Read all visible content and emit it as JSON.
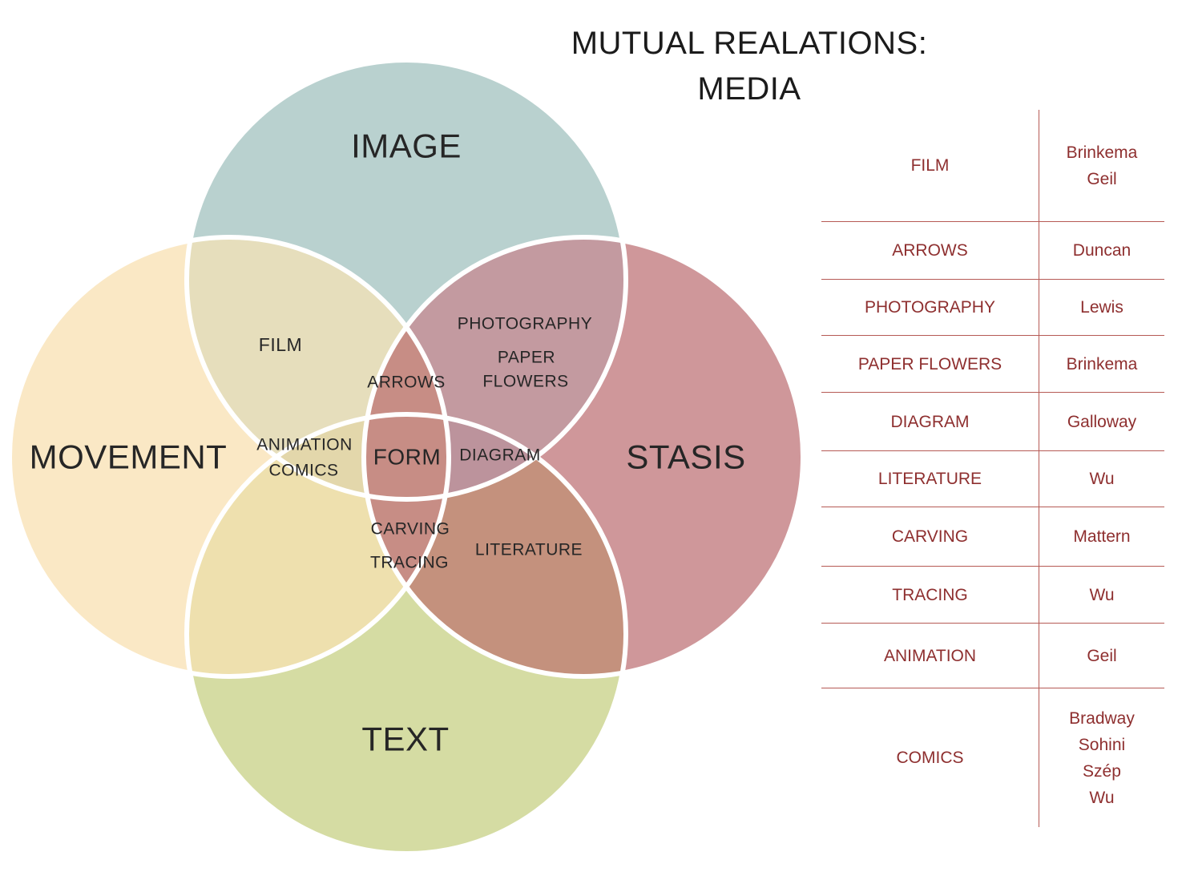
{
  "title": {
    "line1": "MUTUAL REALATIONS:",
    "line2": "MEDIA"
  },
  "venn": {
    "circles": {
      "image": {
        "label": "IMAGE",
        "color": "#b9d1cf"
      },
      "movement": {
        "label": "MOVEMENT",
        "color": "#fae8c5"
      },
      "stasis": {
        "label": "STASIS",
        "color": "#cf979a"
      },
      "text": {
        "label": "TEXT",
        "color": "#d5dca3"
      }
    },
    "overlaps": {
      "film": {
        "label": "FILM",
        "color": "#e6debc"
      },
      "photography": {
        "line1": "PHOTOGRAPHY",
        "line2": "PAPER",
        "line3": "FLOWERS",
        "color": "#c39aa0"
      },
      "movement_text": {
        "color": "#eee0ae"
      },
      "literature": {
        "label": "LITERATURE",
        "color": "#c4917d"
      },
      "animation_comics": {
        "line1": "ANIMATION",
        "line2": "COMICS",
        "color": "#e3d7ab"
      },
      "diagram": {
        "label": "DIAGRAM",
        "color": "#bc939c"
      },
      "arrows": {
        "label": "ARROWS"
      },
      "form": {
        "label": "FORM",
        "color": "#c78d85"
      },
      "carving_tracing": {
        "line1": "CARVING",
        "line2": "TRACING"
      }
    }
  },
  "table": {
    "text_color": "#8e2f2f",
    "line_color": "#b65a55",
    "rows": [
      {
        "medium": "FILM",
        "authors": "Brinkema\nGeil"
      },
      {
        "medium": "ARROWS",
        "authors": "Duncan"
      },
      {
        "medium": "PHOTOGRAPHY",
        "authors": "Lewis"
      },
      {
        "medium": "PAPER FLOWERS",
        "authors": "Brinkema"
      },
      {
        "medium": "DIAGRAM",
        "authors": "Galloway"
      },
      {
        "medium": "LITERATURE",
        "authors": "Wu"
      },
      {
        "medium": "CARVING",
        "authors": "Mattern"
      },
      {
        "medium": "TRACING",
        "authors": "Wu"
      },
      {
        "medium": "ANIMATION",
        "authors": "Geil"
      },
      {
        "medium": "COMICS",
        "authors": "Bradway\nSohini\nSzép\nWu"
      }
    ]
  }
}
